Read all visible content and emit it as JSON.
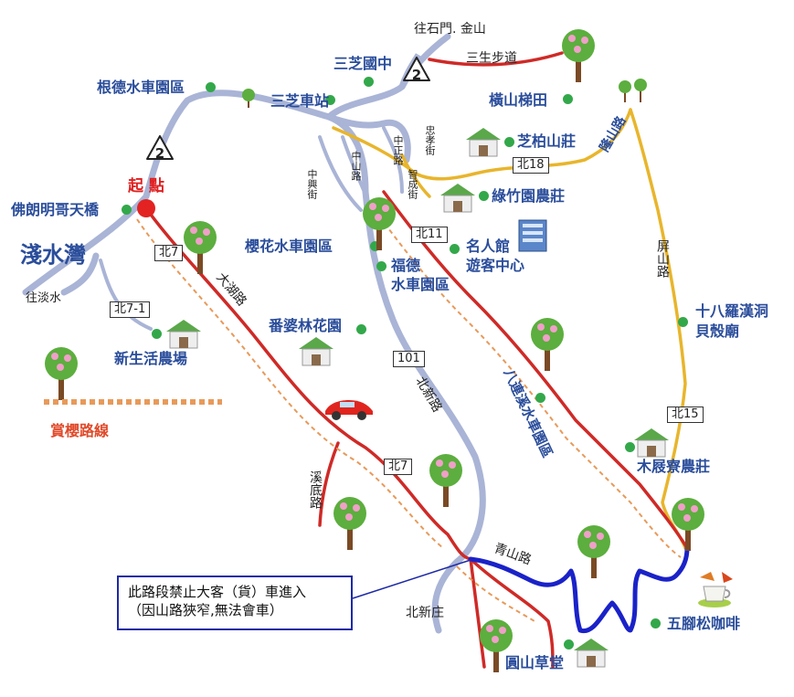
{
  "labels": {
    "shimen_jinshan": "往石門. 金山",
    "sansheng_trail": "三生步道",
    "sanzhi_school": "三芝國中",
    "gende_waterwheel": "根德水車園區",
    "sanzhi_station": "三芝車站",
    "hengshan_terraces": "橫山梯田",
    "zhibo_villa": "芝柏山莊",
    "longshan_road": "隆山路",
    "lvzhu_farm": "綠竹園農莊",
    "folang_bridge": "佛朗明哥天橋",
    "start_point": "起 點",
    "qianshui_bay": "淺水灣",
    "to_tamsui": "往淡水",
    "xinsheng_farm": "新生活農場",
    "cherry_waterwheel": "櫻花水車園區",
    "fude_waterwheel_1": "福德",
    "fude_waterwheel_2": "水車園區",
    "celebrity_hall_1": "名人館",
    "celebrity_hall_2": "遊客中心",
    "dahu_road": "大湖路",
    "fanpolin_garden": "番婆林花園",
    "pingshan_road": "屏山路",
    "eighteen_arhats_1": "十八羅漢洞",
    "eighteen_arhats_2": "貝殼廟",
    "bahai_waterwheel": "八連溪水車園區",
    "beixin_road": "北新路",
    "muzhan_farm": "木屐寮農莊",
    "xidi_road": "溪底路",
    "qingshan_road": "青山路",
    "beixinzhuang": "北新庄",
    "wujiaosong_cafe": "五腳松咖啡",
    "yuanshan_hall": "圓山草堂",
    "zhongxing_st": "中興街",
    "zhongshan_rd": "中山路",
    "zhongzheng_rd": "中正路",
    "zhongxiao_st": "忠孝街",
    "zhicheng_st": "智成街",
    "legend_label": "賞櫻路線"
  },
  "road_tags": {
    "bei7_a": "北7",
    "bei7_1": "北7-1",
    "bei7_b": "北7",
    "bei11": "北11",
    "bei18": "北18",
    "bei15": "北15",
    "r101": "101"
  },
  "shields": {
    "route_a": "2",
    "route_b": "2"
  },
  "notice": {
    "line1": "此路段禁止大客（貨）車進入",
    "line2": "（因山路狹窄,無法會車）"
  },
  "colors": {
    "main_road": "#a9b4d6",
    "red_route": "#cf2a27",
    "yellow_road": "#e8b52c",
    "blue_route": "#1a22c8",
    "label_blue": "#2a4d9b",
    "start_red": "#e02020"
  }
}
